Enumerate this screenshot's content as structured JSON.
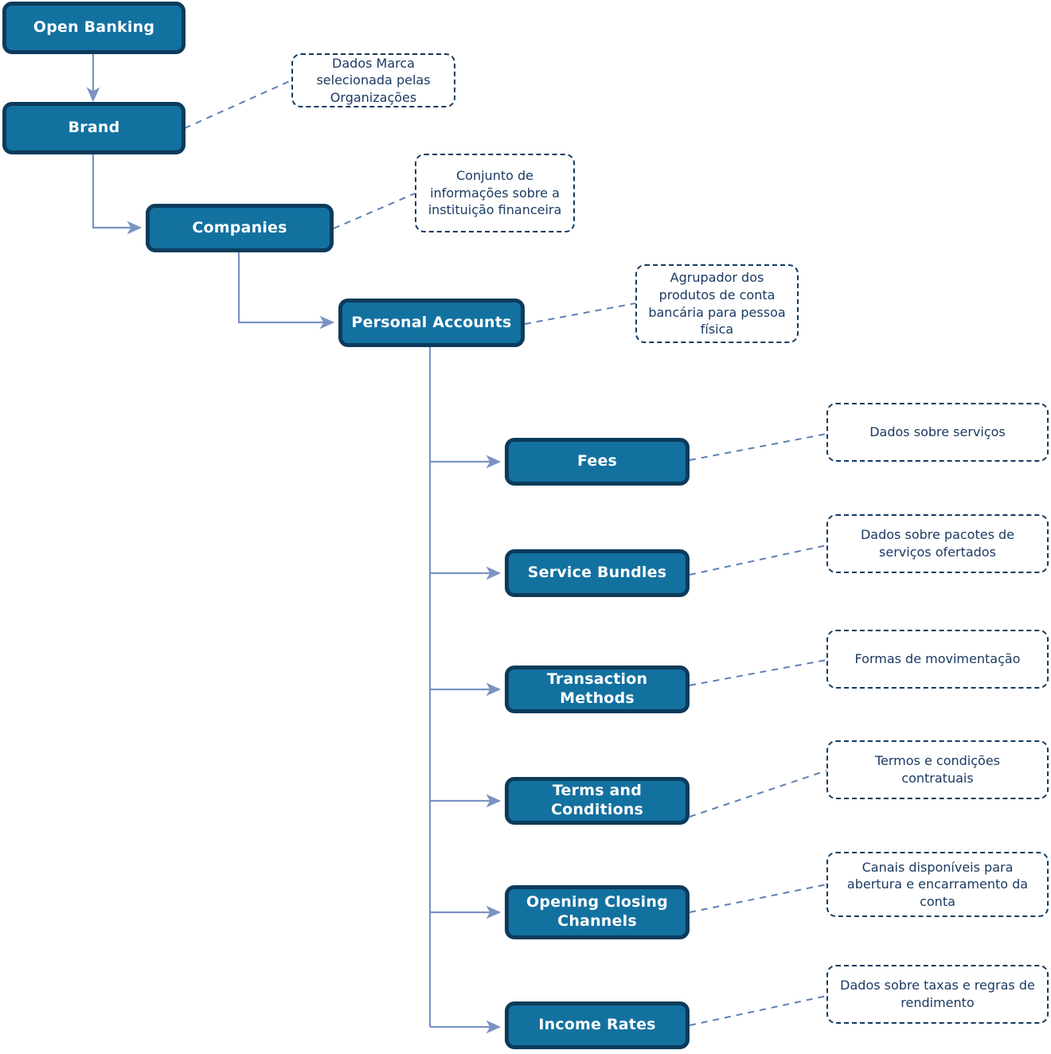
{
  "diagram": {
    "title": "Open Banking Personal Accounts structure",
    "colors": {
      "node_fill": "#1371a0",
      "node_border": "#0c3b5c",
      "node_text": "#ffffff",
      "note_border": "#123a5e",
      "note_text": "#1b3a63",
      "connector": "#7b93c4"
    },
    "nodes": [
      {
        "id": "open-banking",
        "label": "Open Banking"
      },
      {
        "id": "brand",
        "label": "Brand"
      },
      {
        "id": "companies",
        "label": "Companies"
      },
      {
        "id": "personal-accounts",
        "label": "Personal Accounts"
      },
      {
        "id": "fees",
        "label": "Fees"
      },
      {
        "id": "service-bundles",
        "label": "Service Bundles"
      },
      {
        "id": "transaction-methods",
        "label": "Transaction Methods"
      },
      {
        "id": "terms-and-conditions",
        "label": "Terms and Conditions"
      },
      {
        "id": "opening-closing-channels",
        "label": "Opening Closing\nChannels"
      },
      {
        "id": "income-rates",
        "label": "Income Rates"
      }
    ],
    "notes": [
      {
        "id": "note-brand",
        "text": "Dados Marca selecionada pelas Organizações"
      },
      {
        "id": "note-companies",
        "text": "Conjunto de informações sobre a instituição financeira"
      },
      {
        "id": "note-personal-accounts",
        "text": "Agrupador dos produtos de conta bancária para pessoa física"
      },
      {
        "id": "note-fees",
        "text": "Dados sobre serviços"
      },
      {
        "id": "note-service-bundles",
        "text": "Dados sobre pacotes de serviços ofertados"
      },
      {
        "id": "note-transaction-methods",
        "text": "Formas de movimentação"
      },
      {
        "id": "note-terms-and-conditions",
        "text": "Termos e condições contratuais"
      },
      {
        "id": "note-opening-closing-channels",
        "text": "Canais disponíveis para abertura e encarramento da conta"
      },
      {
        "id": "note-income-rates",
        "text": "Dados sobre taxas e regras de rendimento"
      }
    ]
  },
  "labels": {
    "open_banking": "Open Banking",
    "brand": "Brand",
    "companies": "Companies",
    "personal_accounts": "Personal Accounts",
    "fees": "Fees",
    "service_bundles": "Service Bundles",
    "transaction_methods": "Transaction Methods",
    "terms_and_conditions": "Terms and Conditions",
    "opening_closing_channels_line1": "Opening Closing",
    "opening_closing_channels_line2": "Channels",
    "income_rates": "Income Rates"
  },
  "notes_text": {
    "brand": "Dados Marca selecionada pelas Organizações",
    "companies": "Conjunto de informações sobre a instituição financeira",
    "personal_accounts": "Agrupador dos produtos de conta bancária para pessoa física",
    "fees": "Dados sobre serviços",
    "service_bundles": "Dados sobre pacotes de serviços ofertados",
    "transaction_methods": "Formas de movimentação",
    "terms_and_conditions": "Termos e condições contratuais",
    "opening_closing_channels": "Canais disponíveis para abertura e encarramento da conta",
    "income_rates": "Dados sobre taxas e regras de rendimento"
  }
}
